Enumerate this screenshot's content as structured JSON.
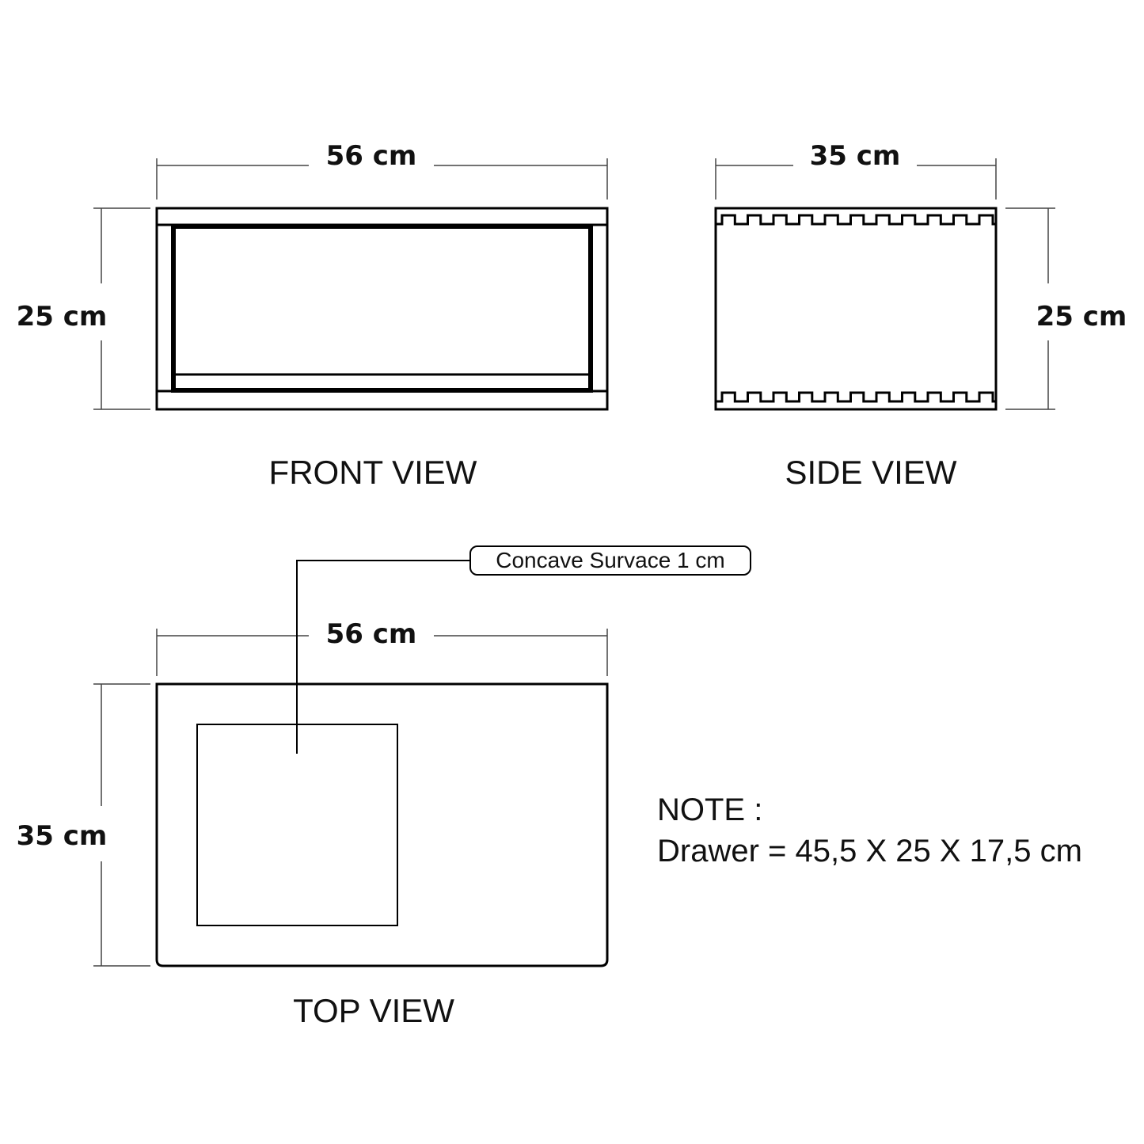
{
  "front_view": {
    "label": "FRONT VIEW",
    "width_dim": "56 cm",
    "height_dim": "25 cm"
  },
  "side_view": {
    "label": "SIDE VIEW",
    "width_dim": "35 cm",
    "height_dim": "25 cm"
  },
  "top_view": {
    "label": "TOP VIEW",
    "width_dim": "56 cm",
    "height_dim": "35 cm",
    "callout": "Concave Survace 1 cm"
  },
  "note": {
    "title": "NOTE :",
    "text": "Drawer = 45,5 X 25 X 17,5 cm"
  }
}
